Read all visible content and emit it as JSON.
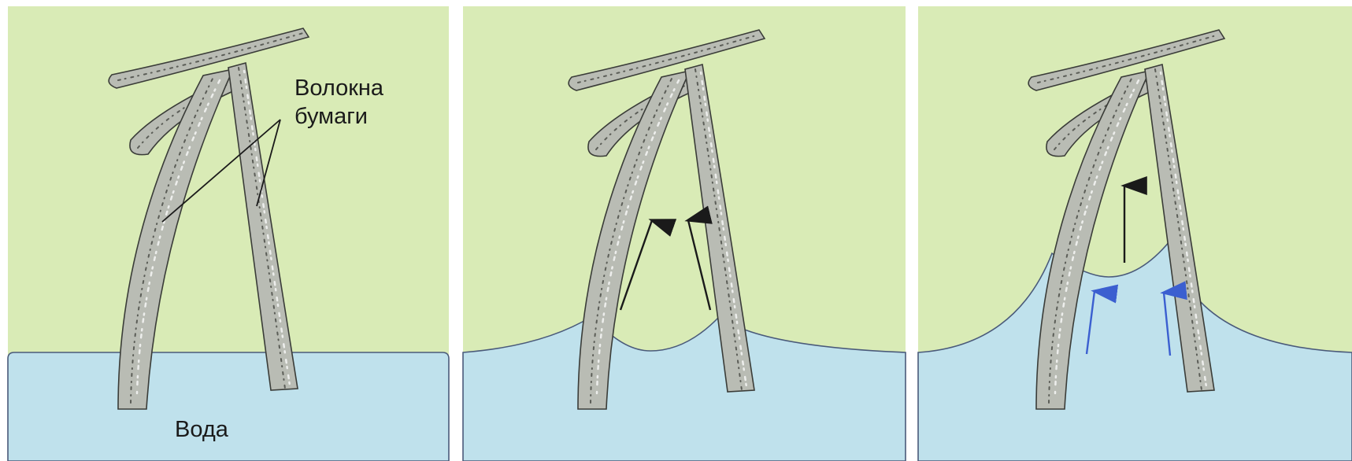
{
  "panels": [
    {
      "id": "panel-1",
      "state": "initial",
      "water_label": "Вода",
      "fiber_label": "Волокна бумаги"
    },
    {
      "id": "panel-2",
      "state": "water-rises-between-fibers"
    },
    {
      "id": "panel-3",
      "state": "water-rises-higher"
    }
  ],
  "labels": {
    "fibers_line1": "Волокна",
    "fibers_line2": "бумаги",
    "water": "Вода"
  },
  "colors": {
    "background": "#d9ebb6",
    "water": "#bfe1ec",
    "fiber": "#b9bcb4",
    "black_arrow": "#1a1a1a",
    "blue_arrow": "#3b5fd0"
  },
  "arrows": {
    "panel_2": [
      "black",
      "black"
    ],
    "panel_3": [
      "black",
      "blue",
      "blue"
    ]
  }
}
